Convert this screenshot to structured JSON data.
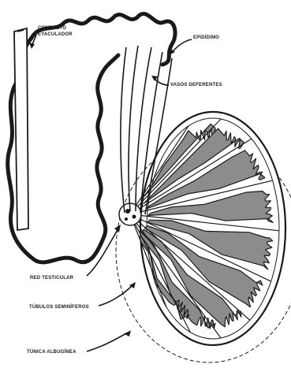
{
  "labels": {
    "conducto": "CONDUCTO EYACULADOR",
    "epididimo": "EPIDÍDIMO",
    "vasos": "VASOS DEFERENTES",
    "red": "RED TESTICULAR",
    "tubulos": "TÚBULOS SEMINÍFEROS",
    "tunica": "TÚNICA ALBUGÍNEA"
  },
  "colors": {
    "line": "#1a1a1a",
    "lobule_fill": "#8c8c8c",
    "background": "#ffffff"
  }
}
